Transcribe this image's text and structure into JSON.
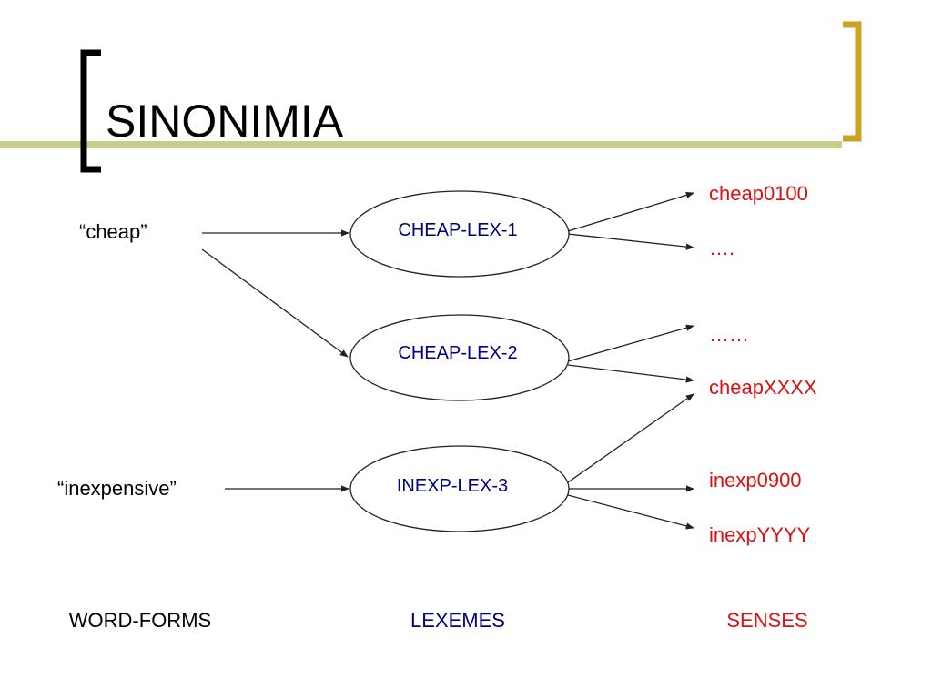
{
  "title": "SINONIMIA",
  "colors": {
    "title_text": "#000000",
    "left_bracket": "#000000",
    "right_bracket": "#c9a227",
    "title_bar": "#c8cc8a",
    "word_form_text": "#000000",
    "lexeme_text": "#000080",
    "sense_text": "#dd1111",
    "arrows": "#222222"
  },
  "word_forms": [
    {
      "id": "wf-cheap",
      "label": "“cheap”"
    },
    {
      "id": "wf-inexpensive",
      "label": "“inexpensive”"
    }
  ],
  "lexemes": [
    {
      "id": "lex-1",
      "label": "CHEAP-LEX-1"
    },
    {
      "id": "lex-2",
      "label": "CHEAP-LEX-2"
    },
    {
      "id": "lex-3",
      "label": "INEXP-LEX-3"
    }
  ],
  "senses": [
    {
      "id": "s-cheap0100",
      "label": "cheap0100"
    },
    {
      "id": "s-dots4",
      "label": "…."
    },
    {
      "id": "s-dots6",
      "label": "……"
    },
    {
      "id": "s-cheapxxxx",
      "label": "cheapXXXX"
    },
    {
      "id": "s-inexp0900",
      "label": "inexp0900"
    },
    {
      "id": "s-inexpyyyy",
      "label": "inexpYYYY"
    }
  ],
  "edges": [
    {
      "from": "wf-cheap",
      "to": "lex-1"
    },
    {
      "from": "wf-cheap",
      "to": "lex-2"
    },
    {
      "from": "wf-inexpensive",
      "to": "lex-3"
    },
    {
      "from": "lex-1",
      "to": "s-cheap0100"
    },
    {
      "from": "lex-1",
      "to": "s-dots4"
    },
    {
      "from": "lex-2",
      "to": "s-dots6"
    },
    {
      "from": "lex-2",
      "to": "s-cheapxxxx"
    },
    {
      "from": "lex-3",
      "to": "s-cheapxxxx"
    },
    {
      "from": "lex-3",
      "to": "s-inexp0900"
    },
    {
      "from": "lex-3",
      "to": "s-inexpyyyy"
    }
  ],
  "column_labels": {
    "word_forms": "WORD-FORMS",
    "lexemes": "LEXEMES",
    "senses": "SENSES"
  }
}
